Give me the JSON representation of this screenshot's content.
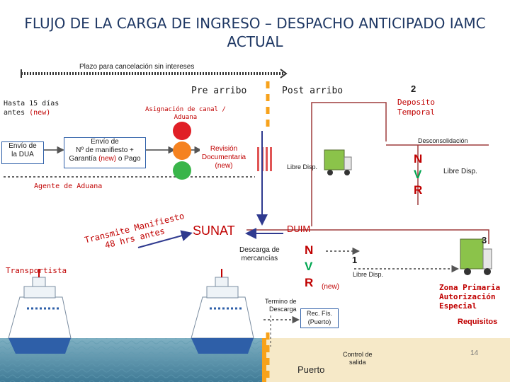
{
  "title": {
    "line1": "FLUJO DE LA CARGA DE INGRESO – DESPACHO ANTICIPADO IAMC",
    "line2": "ACTUAL"
  },
  "plazo": "Plazo para cancelación sin intereses",
  "pre_arribo": "Pre arribo",
  "post_arribo": "Post arribo",
  "num2": "2",
  "num3": "3",
  "num1": "1",
  "hasta": {
    "line1": "Hasta 15 días",
    "line2_a": "antes",
    "line2_b": "(new)"
  },
  "asignacion": {
    "line1": "Asignación de canal /",
    "line2": "Aduana"
  },
  "deposito": {
    "line1": "Deposito",
    "line2": "Temporal"
  },
  "envio_dua": {
    "line1": "Envío de",
    "line2": "la DUA"
  },
  "envio_manifiesto": {
    "line1": "Envío de",
    "line2": "Nº de manifiesto +",
    "line3_a": "Garantía",
    "line3_new": "(new)",
    "line3_b": "o Pago"
  },
  "revision": {
    "line1": "Revisión",
    "line2": "Documentaria",
    "line3": "(new)"
  },
  "libre_disp_1": "Libre Disp.",
  "desconsolidacion": "Desconsolidación",
  "nvr_right": [
    "N",
    "V",
    "R"
  ],
  "libre_disp_2": "Libre Disp.",
  "agente": "Agente de Aduana",
  "sunat": "SUNAT",
  "duim": "DUIM",
  "transmite": {
    "line1": "Transmite Manifiesto",
    "line2": "48 hrs antes"
  },
  "descarga": {
    "line1": "Descarga de",
    "line2": "mercancías"
  },
  "nvr_mid": [
    "N",
    "V",
    "R"
  ],
  "new_mid": "(new)",
  "libre_disp_3": "Libre Disp.",
  "transportista": "Transportista",
  "termino": {
    "line1": "Termino de",
    "line2": "Descarga"
  },
  "rec_fis": {
    "line1": "Rec. Fís.",
    "line2": "(Puerto)"
  },
  "zona": {
    "line1": "Zona Primaria",
    "line2": "Autorización",
    "line3": "Especial"
  },
  "requisitos": "Requisitos",
  "control": {
    "line1": "Control de",
    "line2": "salida"
  },
  "puerto": "Puerto",
  "page_number": "14",
  "colors": {
    "title": "#1f3864",
    "red": "#c00000",
    "green": "#00a651",
    "arrow": "#2f3a8f",
    "line": "#9e3b3b",
    "orange": "#f7a21b",
    "sea": "#4f8fa8"
  }
}
